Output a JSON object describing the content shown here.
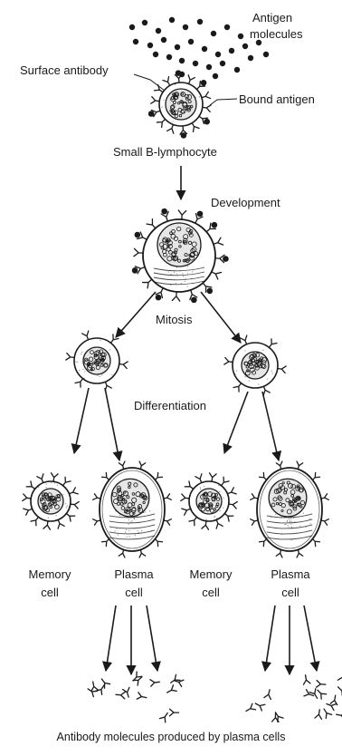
{
  "labels": {
    "antigen_line1": "Antigen",
    "antigen_line2": "molecules",
    "surface_antibody": "Surface antibody",
    "bound_antigen": "Bound antigen",
    "small_b_lymphocyte": "Small B-lymphocyte",
    "development": "Development",
    "mitosis": "Mitosis",
    "differentiation": "Differentiation",
    "memory_left_1": "Memory",
    "memory_left_2": "cell",
    "plasma_left_1": "Plasma",
    "plasma_left_2": "cell",
    "memory_right_1": "Memory",
    "memory_right_2": "cell",
    "plasma_right_1": "Plasma",
    "plasma_right_2": "cell",
    "caption": "Antibody molecules produced by plasma cells"
  },
  "colors": {
    "ink": "#1a1a1a",
    "cell_fill": "#ffffff",
    "nucleus_fill": "#e6e6e6"
  }
}
